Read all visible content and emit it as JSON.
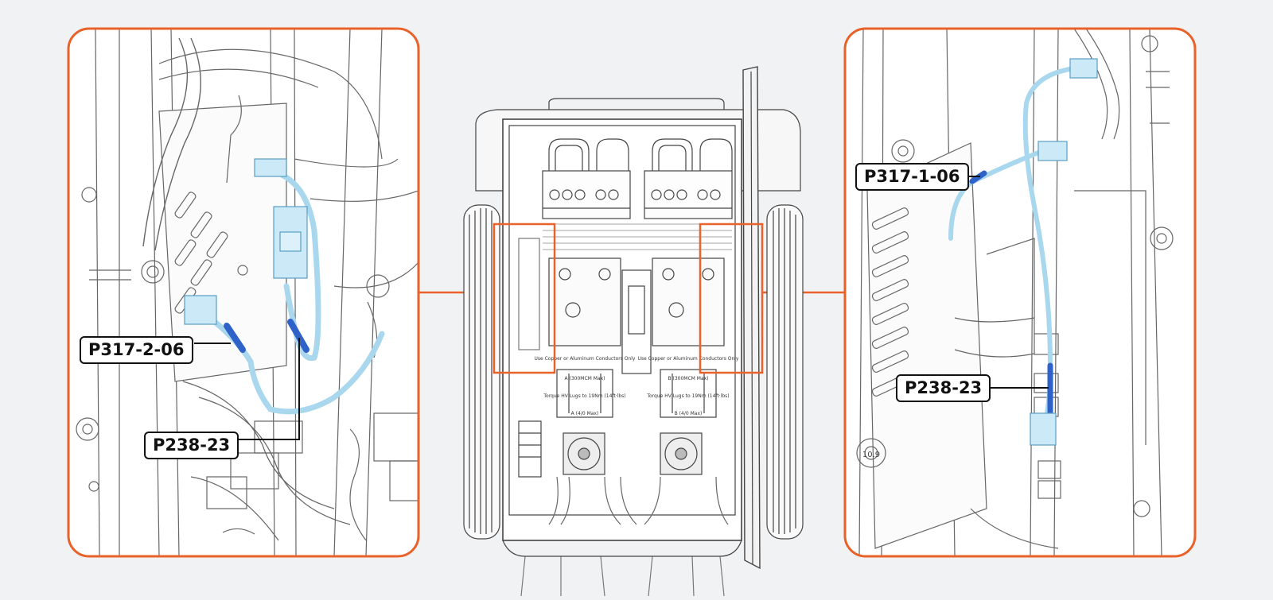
{
  "callouts": {
    "left_upper": "P317-2-06",
    "left_lower": "P238-23",
    "right_upper": "P317-1-06",
    "right_lower": "P238-23"
  },
  "panel_labels": {
    "conductors_a": "Use Copper or Aluminum Conductors Only",
    "conductors_b": "Use Copper or Aluminum Conductors Only",
    "lug_a": "A (300MCM Max)",
    "lug_b": "B (300MCM Max)",
    "torque_a": "Torque HV Lugs to 19Nm (14ft·lbs)",
    "torque_b": "Torque HV Lugs to 19Nm (14ft·lbs)",
    "small_a": "A (4/0 Max)",
    "small_b": "B (4/0 Max)",
    "bolt_mark": "10.9"
  },
  "colors": {
    "accent_orange": "#e8622a",
    "cable_light": "#a9d8ee",
    "cable_dark": "#2f62c9",
    "line_art": "#555555"
  }
}
